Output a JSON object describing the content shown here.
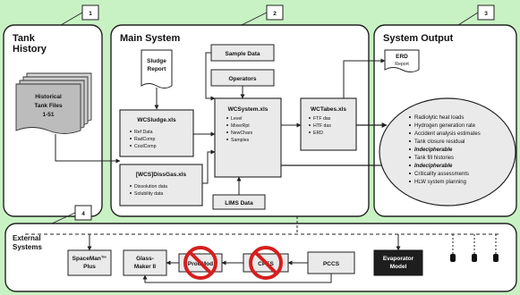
{
  "section_numbers": [
    "1",
    "2",
    "3",
    "4"
  ],
  "tank_history": {
    "title_line1": "Tank",
    "title_line2": "History",
    "files_line1": "Historical",
    "files_line2": "Tank Files",
    "files_line3": "1-51"
  },
  "main_system": {
    "title": "Main System",
    "sludge_report_line1": "Sludge",
    "sludge_report_line2": "Report",
    "sample_data": "Sample Data",
    "operators": "Operators",
    "wcsludge": {
      "title": "WCSludge.xls",
      "items": [
        "Ref Data",
        "RadComp",
        "CoolComp"
      ]
    },
    "wcsystem": {
      "title": "WCSystem.xls",
      "items": [
        "Level",
        "MixerRpt",
        "NewChars",
        "Samples"
      ]
    },
    "wctabes": {
      "title": "WCTabes.xls",
      "items": [
        "FTF das",
        "HTF das",
        "ERD"
      ]
    },
    "dissgas": {
      "title": "[WCS]DissGas.xls",
      "items": [
        "Dissolution data",
        "Solubility data"
      ]
    },
    "lims": "LIMS Data"
  },
  "system_output": {
    "title": "System Output",
    "erd_line1": "ERD",
    "erd_line2": "Report",
    "items": [
      "Radiolytic heat loads",
      "Hydrogen generation rate",
      "Accident analysis estimates",
      "Tank closure residual",
      "Indecipherable",
      "Tank fill histories",
      "Indecipherable",
      "Criticality assessments",
      "HLW system planning"
    ]
  },
  "external_systems": {
    "title_line1": "External",
    "title_line2": "Systems",
    "spaceman_line1": "SpaceMan™",
    "spaceman_line2": "Plus",
    "glassmaker_line1": "Glass-",
    "glassmaker_line2": "Maker II",
    "prodmod": "ProdMod",
    "cpes": "CPES",
    "pccs": "PCCS",
    "evaporator_line1": "Evaporator",
    "evaporator_line2": "Model"
  },
  "colors": {
    "background": "#c9f2c4",
    "panel": "#ffffff",
    "box_fill": "#eaeaea",
    "dark_box": "#1e1e1e",
    "prohibit": "#d61e1e"
  }
}
